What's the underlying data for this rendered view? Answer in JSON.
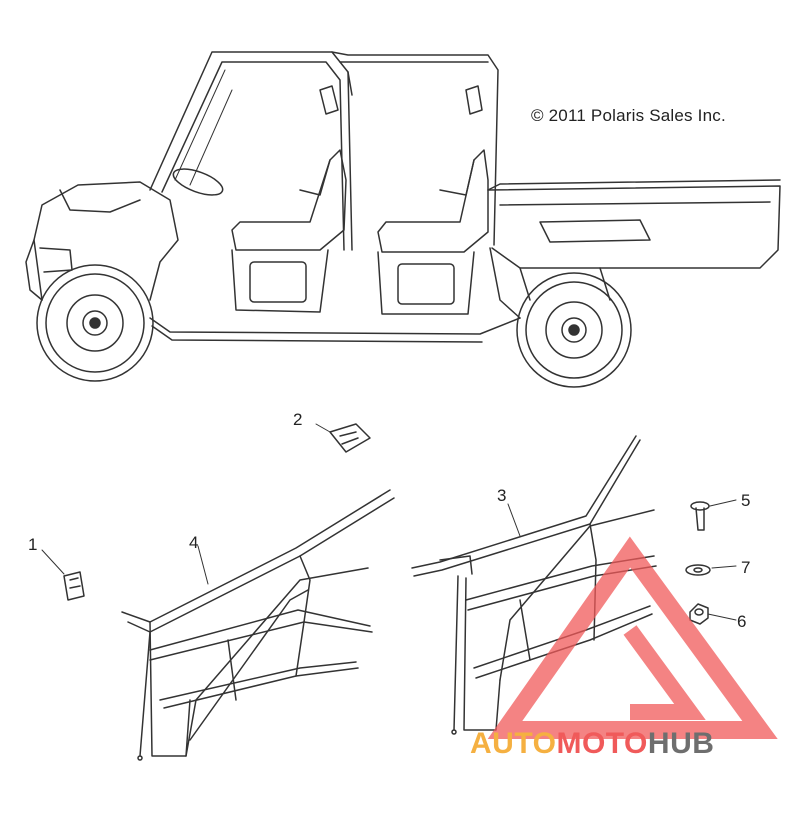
{
  "copyright": "© 2011 Polaris Sales Inc.",
  "callouts": {
    "c1": "1",
    "c2": "2",
    "c3": "3",
    "c4": "4",
    "c5": "5",
    "c6": "6",
    "c7": "7"
  },
  "watermark": {
    "part1": "AUTO",
    "part2": "MOTO",
    "part3": "HUB"
  },
  "colors": {
    "line": "#333333",
    "watermark_red": "#f05a5a",
    "watermark_orange": "#f5b041",
    "watermark_gray": "#6e6e6e"
  }
}
